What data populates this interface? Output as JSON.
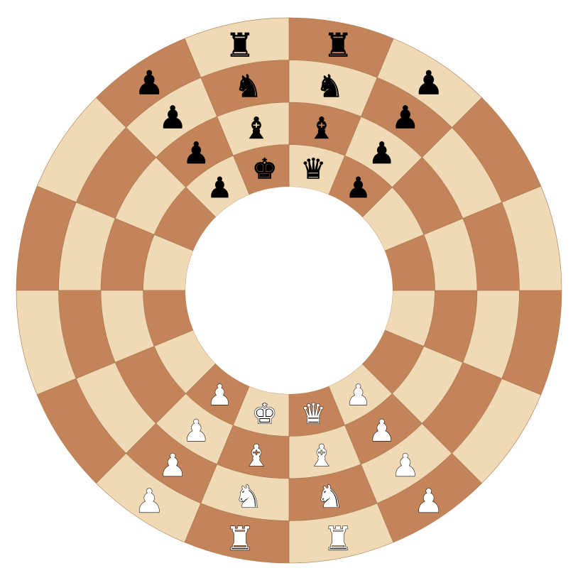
{
  "board": {
    "type": "circular-chessboard",
    "rings": 4,
    "sectors": 16,
    "colors": {
      "light_square": "#f0d9b5",
      "dark_square": "#c4845a",
      "background": "#ffffff",
      "white_piece_fill": "#ffffff",
      "black_piece_fill": "#000000"
    }
  },
  "glyphs": {
    "king": "♚",
    "queen": "♛",
    "rook": "♜",
    "bishop": "♝",
    "knight": "♞",
    "pawn": "♟"
  },
  "pieces": [
    {
      "name": "black-rook-left",
      "color": "black",
      "type": "rook",
      "ring": 3,
      "sector": 8
    },
    {
      "name": "black-knight-left",
      "color": "black",
      "type": "knight",
      "ring": 2,
      "sector": 8
    },
    {
      "name": "black-bishop-left",
      "color": "black",
      "type": "bishop",
      "ring": 1,
      "sector": 8
    },
    {
      "name": "black-king",
      "color": "black",
      "type": "king",
      "ring": 0,
      "sector": 8
    },
    {
      "name": "black-rook-right",
      "color": "black",
      "type": "rook",
      "ring": 3,
      "sector": 7
    },
    {
      "name": "black-knight-right",
      "color": "black",
      "type": "knight",
      "ring": 2,
      "sector": 7
    },
    {
      "name": "black-bishop-right",
      "color": "black",
      "type": "bishop",
      "ring": 1,
      "sector": 7
    },
    {
      "name": "black-queen",
      "color": "black",
      "type": "queen",
      "ring": 0,
      "sector": 7
    },
    {
      "name": "black-pawn-left-outer",
      "color": "black",
      "type": "pawn",
      "ring": 3,
      "sector": 9
    },
    {
      "name": "black-pawn-left-3",
      "color": "black",
      "type": "pawn",
      "ring": 2,
      "sector": 9
    },
    {
      "name": "black-pawn-left-2",
      "color": "black",
      "type": "pawn",
      "ring": 1,
      "sector": 9
    },
    {
      "name": "black-pawn-left-inner",
      "color": "black",
      "type": "pawn",
      "ring": 0,
      "sector": 9
    },
    {
      "name": "black-pawn-right-outer",
      "color": "black",
      "type": "pawn",
      "ring": 3,
      "sector": 6
    },
    {
      "name": "black-pawn-right-3",
      "color": "black",
      "type": "pawn",
      "ring": 2,
      "sector": 6
    },
    {
      "name": "black-pawn-right-2",
      "color": "black",
      "type": "pawn",
      "ring": 1,
      "sector": 6
    },
    {
      "name": "black-pawn-right-inner",
      "color": "black",
      "type": "pawn",
      "ring": 0,
      "sector": 6
    },
    {
      "name": "white-rook-left",
      "color": "white",
      "type": "rook",
      "ring": 3,
      "sector": 15
    },
    {
      "name": "white-knight-left",
      "color": "white",
      "type": "knight",
      "ring": 2,
      "sector": 15
    },
    {
      "name": "white-bishop-left",
      "color": "white",
      "type": "bishop",
      "ring": 1,
      "sector": 15
    },
    {
      "name": "white-king",
      "color": "white",
      "type": "king",
      "ring": 0,
      "sector": 15
    },
    {
      "name": "white-rook-right",
      "color": "white",
      "type": "rook",
      "ring": 3,
      "sector": 0
    },
    {
      "name": "white-knight-right",
      "color": "white",
      "type": "knight",
      "ring": 2,
      "sector": 0
    },
    {
      "name": "white-bishop-right",
      "color": "white",
      "type": "bishop",
      "ring": 1,
      "sector": 0
    },
    {
      "name": "white-queen",
      "color": "white",
      "type": "queen",
      "ring": 0,
      "sector": 0
    },
    {
      "name": "white-pawn-left-outer",
      "color": "white",
      "type": "pawn",
      "ring": 3,
      "sector": 14
    },
    {
      "name": "white-pawn-left-3",
      "color": "white",
      "type": "pawn",
      "ring": 2,
      "sector": 14
    },
    {
      "name": "white-pawn-left-2",
      "color": "white",
      "type": "pawn",
      "ring": 1,
      "sector": 14
    },
    {
      "name": "white-pawn-left-inner",
      "color": "white",
      "type": "pawn",
      "ring": 0,
      "sector": 14
    },
    {
      "name": "white-pawn-right-outer",
      "color": "white",
      "type": "pawn",
      "ring": 3,
      "sector": 1
    },
    {
      "name": "white-pawn-right-3",
      "color": "white",
      "type": "pawn",
      "ring": 2,
      "sector": 1
    },
    {
      "name": "white-pawn-right-2",
      "color": "white",
      "type": "pawn",
      "ring": 1,
      "sector": 1
    },
    {
      "name": "white-pawn-right-inner",
      "color": "white",
      "type": "pawn",
      "ring": 0,
      "sector": 1
    }
  ]
}
